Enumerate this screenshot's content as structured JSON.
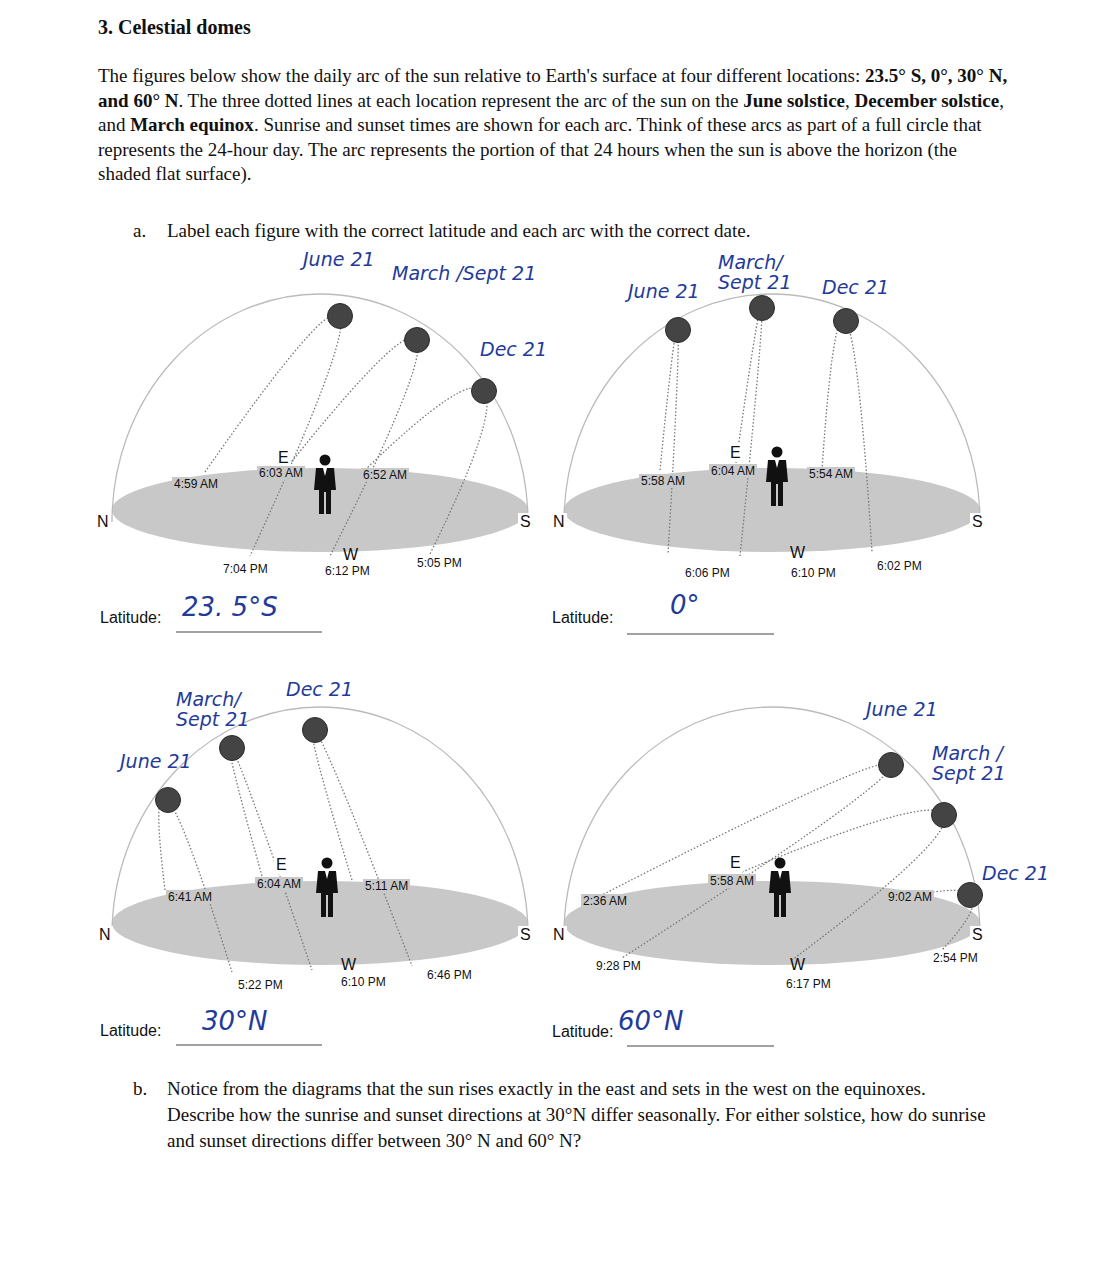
{
  "diagram": {
    "title": "3. Celestial domes",
    "labels": [
      "The figures below show the daily arc of the sun relative to Earth's surface at four different locations:",
      "23.5° S, 0°, 30° N, and 60° N",
      ". The three dotted lines at each location represent the arc of the sun on the",
      "June solstice",
      ",",
      "December solstice",
      ", and",
      "March equinox",
      ". Sunrise and sunset times are shown for each arc. Think of these arcs as part of a full circle that represents the 24-hour day. The arc represents the portion of that 24 hours when the sun is above the horizon (the shaded flat surface).",
      "a.",
      "Label each figure with the correct latitude and each arc with the correct date.",
      "N",
      "S",
      "E",
      "W",
      "4:59 AM",
      "6:03 AM",
      "6:52 AM",
      "7:04 PM",
      "6:12 PM",
      "5:05 PM",
      "Latitude:",
      "23. 5°S",
      "June 21",
      "March /Sept 21",
      "Dec 21",
      "N",
      "S",
      "E",
      "W",
      "5:58 AM",
      "6:04 AM",
      "5:54 AM",
      "6:06 PM",
      "6:10 PM",
      "6:02 PM",
      "Latitude:",
      "0°",
      "June 21",
      "March/ Sept 21",
      "Dec 21",
      "N",
      "S",
      "E",
      "W",
      "6:41 AM",
      "6:04 AM",
      "5:11 AM",
      "5:22 PM",
      "6:10 PM",
      "6:46 PM",
      "Latitude:",
      "30°N",
      "June 21",
      "March/ Sept 21",
      "Dec 21",
      "N",
      "S",
      "E",
      "W",
      "2:36 AM",
      "5:58 AM",
      "9:02 AM",
      "9:28 PM",
      "6:17 PM",
      "2:54 PM",
      "Latitude:",
      "60°N",
      "June 21",
      "March / Sept 21",
      "Dec 21",
      "b.",
      "Notice from the diagrams that the sun rises exactly in the east and sets in the west on the equinoxes. Describe how the sunrise and sunset directions at 30°N differ seasonally. For either solstice, how do sunrise and sunset directions differ between 30° N and 60° N?"
    ]
  }
}
